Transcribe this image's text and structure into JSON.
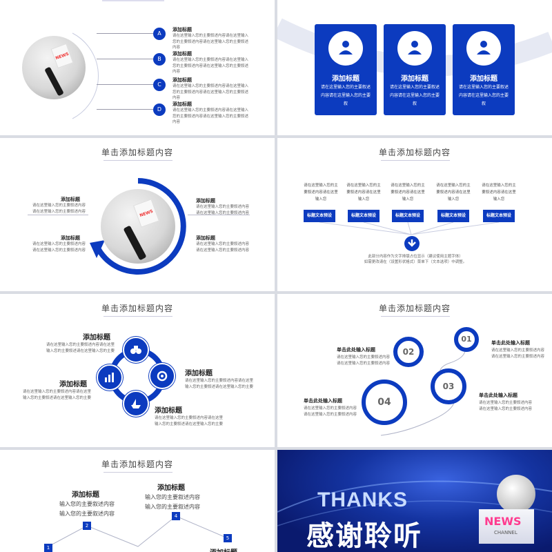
{
  "slide1": {
    "items": [
      {
        "letter": "A",
        "title": "添加标题",
        "text": "请在这里输入您的主要叙述内容请在这里输入您的主要叙述内容请在这里输入您的主要叙述内容"
      },
      {
        "letter": "B",
        "title": "添加标题",
        "text": "请在这里输入您的主要叙述内容请在这里输入您的主要叙述内容请在这里输入您的主要叙述内容"
      },
      {
        "letter": "C",
        "title": "添加标题",
        "text": "请在这里输入您的主要叙述内容请在这里输入您的主要叙述内容请在这里输入您的主要叙述内容"
      },
      {
        "letter": "D",
        "title": "添加标题",
        "text": "请在这里输入您的主要叙述内容请在这里输入您的主要叙述内容请在这里输入您的主要叙述内容"
      }
    ],
    "news_label": "NEWS"
  },
  "slide2": {
    "cards": [
      {
        "title": "添加标题",
        "text": "请在这里输入您的主要叙述内容请在这里输入您的主要叙"
      },
      {
        "title": "添加标题",
        "text": "请在这里输入您的主要叙述内容请在这里输入您的主要叙"
      },
      {
        "title": "添加标题",
        "text": "请在这里输入您的主要叙述内容请在这里输入您的主要叙"
      }
    ]
  },
  "slide3": {
    "title": "单击添加标题内容",
    "news_label": "NEWS",
    "items": [
      {
        "title": "添加标题",
        "text": "请在这里输入您的主要叙述内容请在这里输入您的主要叙述内容"
      },
      {
        "title": "添加标题",
        "text": "请在这里输入您的主要叙述内容请在这里输入您的主要叙述内容"
      },
      {
        "title": "添加标题",
        "text": "请在这里输入您的主要叙述内容请在这里输入您的主要叙述内容"
      },
      {
        "title": "添加标题",
        "text": "请在这里输入您的主要叙述内容请在这里输入您的主要叙述内容"
      }
    ]
  },
  "slide4": {
    "title": "单击添加标题内容",
    "columns": [
      {
        "text": "请在这里输入您的主要叙述内容请在这里输入您",
        "button": "标题文本预设"
      },
      {
        "text": "请在这里输入您的主要叙述内容请在这里输入您",
        "button": "标题文本预设"
      },
      {
        "text": "请在这里输入您的主要叙述内容请在这里输入您",
        "button": "标题文本预设"
      },
      {
        "text": "请在这里输入您的主要叙述内容请在这里输入您",
        "button": "标题文本预设"
      },
      {
        "text": "请在这里输入您的主要叙述内容请在这里输入您",
        "button": "标题文本预设"
      }
    ],
    "note1": "此部分内容作为文字排版占位显示（建议使用主题字体）",
    "note2": "如需更改请在（设置形状格式）菜单下（文本选项）中调整。"
  },
  "slide5": {
    "title": "单击添加标题内容",
    "items": [
      {
        "title": "添加标题",
        "text": "请在这里输入您的主要叙述内容请在这里输入您的主要叙述请在这里输入您的主要"
      },
      {
        "title": "添加标题",
        "text": "请在这里输入您的主要叙述内容请在这里输入您的主要叙述请在这里输入您的主要"
      },
      {
        "title": "添加标题",
        "text": "请在这里输入您的主要叙述内容请在这里输入您的主要叙述请在这里输入您的主要"
      },
      {
        "title": "添加标题",
        "text": "请在这里输入您的主要叙述内容请在这里输入您的主要叙述请在这里输入您的主要"
      }
    ]
  },
  "slide6": {
    "title": "单击添加标题内容",
    "pins": [
      "01",
      "02",
      "03",
      "04"
    ],
    "items": [
      {
        "title": "单击此处输入标题",
        "text": "请在这里输入您的主要叙述内容请在这里输入您的主要叙述内容"
      },
      {
        "title": "单击此处输入标题",
        "text": "请在这里输入您的主要叙述内容请在这里输入您的主要叙述内容"
      },
      {
        "title": "单击此处输入标题",
        "text": "请在这里输入您的主要叙述内容请在这里输入您的主要叙述内容"
      },
      {
        "title": "单击此处输入标题",
        "text": "请在这里输入您的主要叙述内容请在这里输入您的主要叙述内容"
      }
    ]
  },
  "slide7": {
    "title": "单击添加标题内容",
    "items": [
      {
        "title": "添加标题",
        "line1": "输入您的主要叙述内容",
        "line2": "输入您的主要叙述内容"
      },
      {
        "title": "添加标题",
        "line1": "输入您的主要叙述内容",
        "line2": "输入您的主要叙述内容"
      },
      {
        "title": "添加标题"
      }
    ],
    "nums": [
      "1",
      "2",
      "4",
      "5"
    ]
  },
  "slide8": {
    "thanks": "THANKS",
    "cn": "感谢聆听",
    "news_label": "NEWS",
    "channel_label": "CHANNEL"
  },
  "colors": {
    "accent": "#0c3bbf",
    "dark": "#0a1a6e"
  },
  "icons": [
    "person-icon",
    "binoculars-icon",
    "chart-icon",
    "gear-people-icon",
    "boat-icon",
    "leaf-icon",
    "chevron-down-icon"
  ]
}
